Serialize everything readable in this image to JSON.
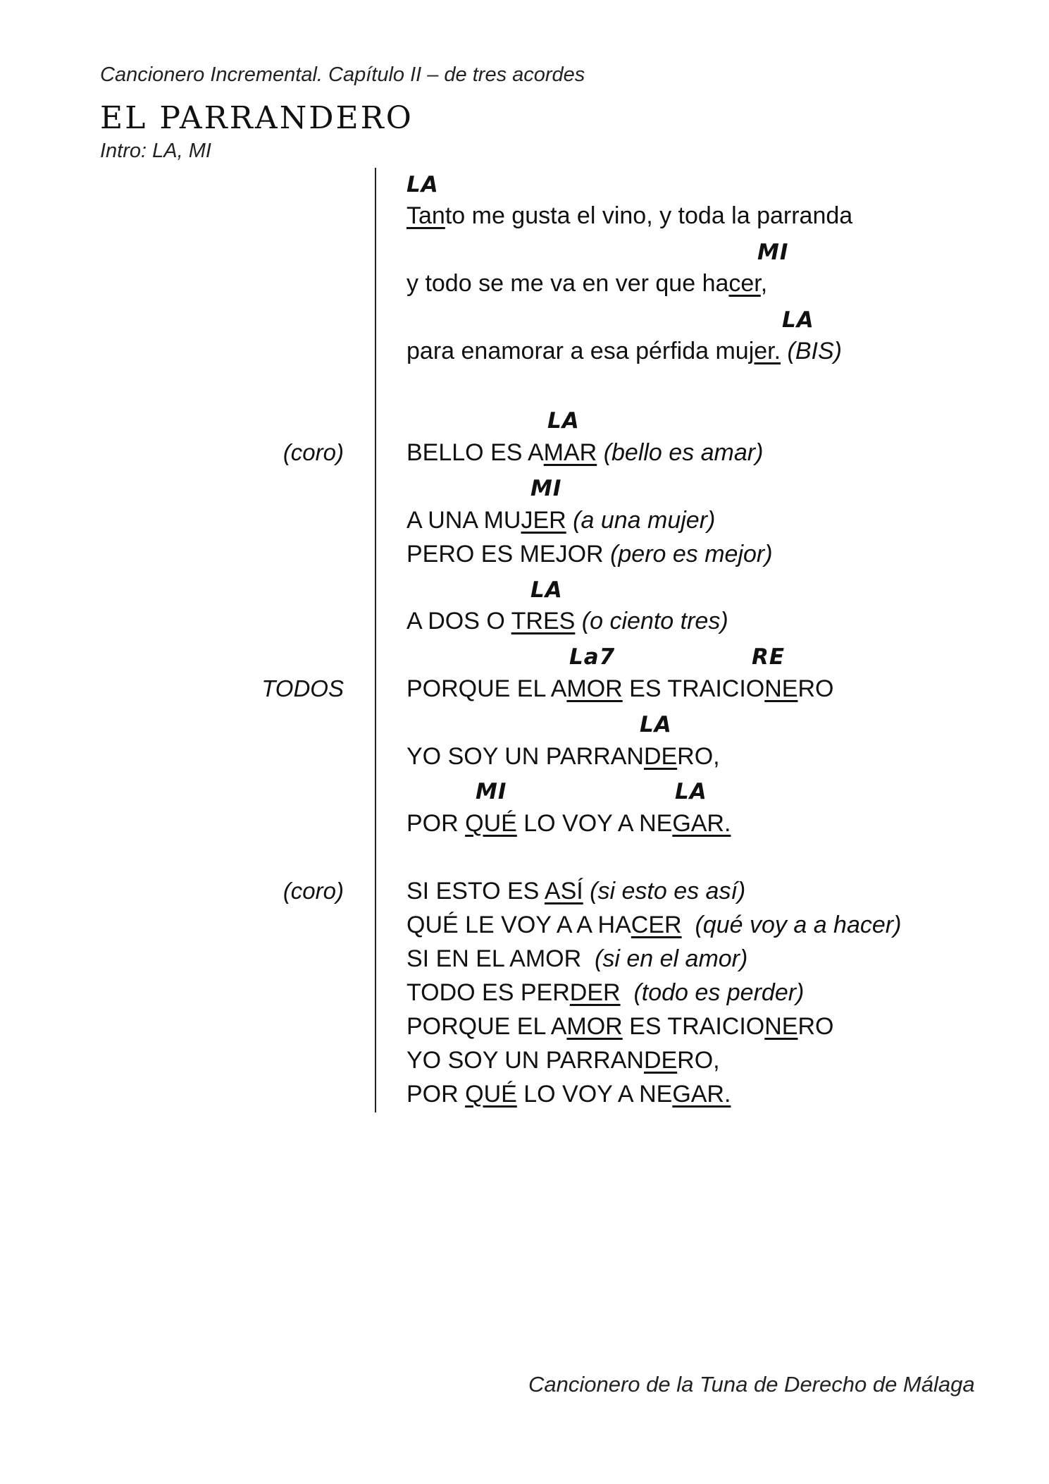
{
  "header": "Cancionero Incremental. Capítulo II – de tres acordes",
  "title": "EL PARRANDERO",
  "intro": "Intro: LA, MI",
  "side_labels": {
    "coro1": "(coro)",
    "todos": "TODOS",
    "coro2": "(coro)"
  },
  "chords": {
    "c1": "LA",
    "c2": "MI",
    "c3": "LA",
    "c4": "LA",
    "c5": "MI",
    "c6": "LA",
    "c7": "La7",
    "c8": "RE",
    "c9": "LA",
    "c10": "MI",
    "c11": "LA"
  },
  "verse": {
    "l1": [
      "Tan",
      "to me gusta el vino, y toda la parranda"
    ],
    "l2": [
      "y todo se me va en ver que ha",
      "cer",
      ","
    ],
    "l3": [
      "para enamorar a esa pérfida mu",
      "jer.",
      " ",
      "(BIS)"
    ]
  },
  "chorus1": {
    "l1": [
      "BELLO ES A",
      "MAR",
      " ",
      "(bello es amar)"
    ],
    "l2": [
      "A UNA MU",
      "JER",
      " ",
      "(a una mujer)"
    ],
    "l3": [
      "PERO ES MEJOR ",
      "(pero es mejor)"
    ],
    "l4": [
      "A DOS O ",
      "TRES",
      " ",
      "(o ciento tres)"
    ],
    "l5": [
      "PORQUE EL A",
      "MOR",
      " ES TRAICIO",
      "NE",
      "RO"
    ],
    "l6": [
      "YO SOY UN PARRAN",
      "DE",
      "RO,"
    ],
    "l7": [
      "POR ",
      "QUÉ",
      " LO VOY A NE",
      "GAR."
    ]
  },
  "chorus2": {
    "l1": [
      "SI ESTO ES ",
      "ASÍ",
      " ",
      "(si esto es así)"
    ],
    "l2": [
      "QUÉ LE VOY A A HA",
      "CER",
      "  ",
      "(qué voy a a hacer)"
    ],
    "l3": [
      "SI EN EL AMOR  ",
      "(si en el amor)"
    ],
    "l4": [
      "TODO ES PER",
      "DER",
      "  ",
      "(todo es perder)"
    ],
    "l5": [
      "PORQUE EL A",
      "MOR",
      " ES TRAICIO",
      "NE",
      "RO"
    ],
    "l6": [
      "YO SOY UN PARRAN",
      "DE",
      "RO,"
    ],
    "l7": [
      "POR ",
      "QUÉ",
      " LO VOY A NE",
      "GAR."
    ]
  },
  "footer": "Cancionero de la Tuna de Derecho de Málaga"
}
